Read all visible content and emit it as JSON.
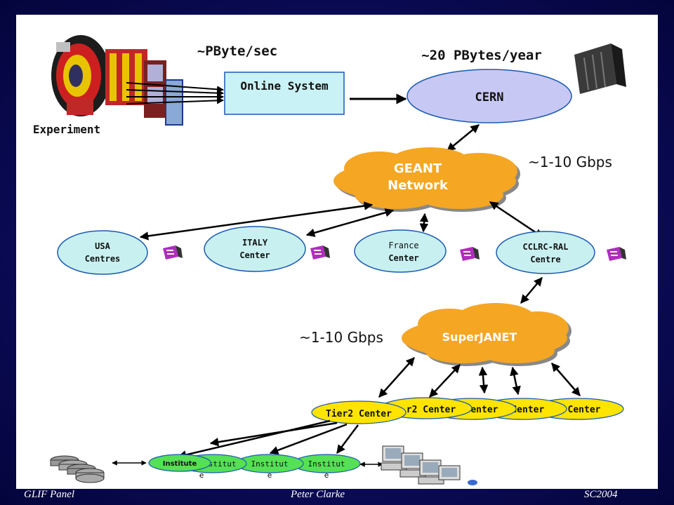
{
  "rate_top": "~PByte/sec",
  "rate_cern": "~20  PBytes/year",
  "rate_geant": "~1-10 Gbps",
  "rate_janet": "~1-10 Gbps",
  "experiment_label": "Experiment",
  "online_system_label": "Online System",
  "cern_label": "CERN",
  "geant": {
    "line1": "GEANT",
    "line2": "Network"
  },
  "superjanet_label": "SuperJANET",
  "tier1": [
    {
      "line1": "USA",
      "line2": "Centres"
    },
    {
      "line1": "ITALY",
      "line2": "Center"
    },
    {
      "line1": "France",
      "line2": "Center"
    },
    {
      "line1": "CCLRC-RAL",
      "line2": "Centre"
    }
  ],
  "tier2": [
    {
      "label": "Tier2 Center"
    },
    {
      "label": "r2 Center"
    },
    {
      "label": "Center"
    },
    {
      "label": "2 Center"
    },
    {
      "label": " Center"
    }
  ],
  "institutes": [
    {
      "label": "Institute"
    },
    {
      "line1": "Institut",
      "line2": "e"
    },
    {
      "line1": "Institut",
      "line2": "e"
    },
    {
      "line1": "Institut",
      "line2": "e"
    }
  ],
  "footer": {
    "left": "GLIF Panel",
    "center": "Peter Clarke",
    "right": "SC2004"
  },
  "colors": {
    "background": "#06064a",
    "cern_fill": "#c8c8f5",
    "tier1_fill": "#c8f0f0",
    "cloud_fill": "#f5a623",
    "cloud_text": "#ffffff",
    "tier2_fill": "#ffe400",
    "institute_fill": "#55e055",
    "online_box_fill": "#c8f2f5"
  }
}
